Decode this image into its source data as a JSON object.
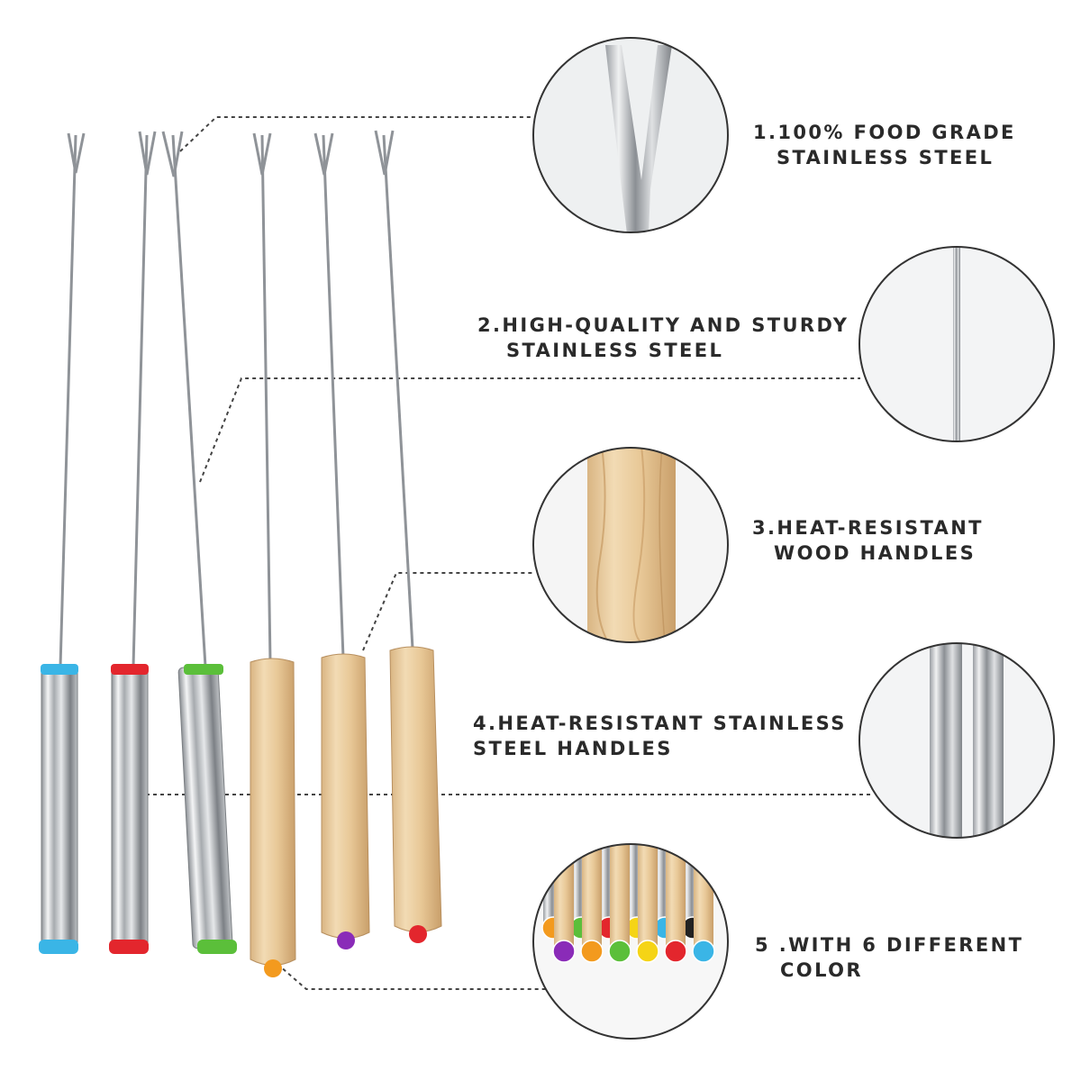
{
  "features": [
    {
      "line1": "1.100% FOOD GRADE",
      "line2": "STAINLESS STEEL"
    },
    {
      "line1": "2.HIGH-QUALITY AND STURDY",
      "line2": "STAINLESS STEEL"
    },
    {
      "line1": "3.HEAT-RESISTANT",
      "line2": "WOOD HANDLES"
    },
    {
      "line1": "4.HEAT-RESISTANT STAINLESS",
      "line2": "STEEL HANDLES"
    },
    {
      "line1": "5 .WITH 6 DIFFERENT",
      "line2": "COLOR"
    }
  ],
  "fork_cap_colors": [
    "#3ab5e6",
    "#e3262d",
    "#5bbf3a",
    "#f39a1e",
    "#8a2bb8",
    "#e3262d"
  ],
  "swatch_colors": [
    "#f39a1e",
    "#5bbf3a",
    "#e3262d",
    "#f5d416",
    "#3ab5e6",
    "#222222",
    "#8a2bb8",
    "#f39a1e",
    "#5bbf3a",
    "#f5d416",
    "#e3262d",
    "#3ab5e6"
  ]
}
